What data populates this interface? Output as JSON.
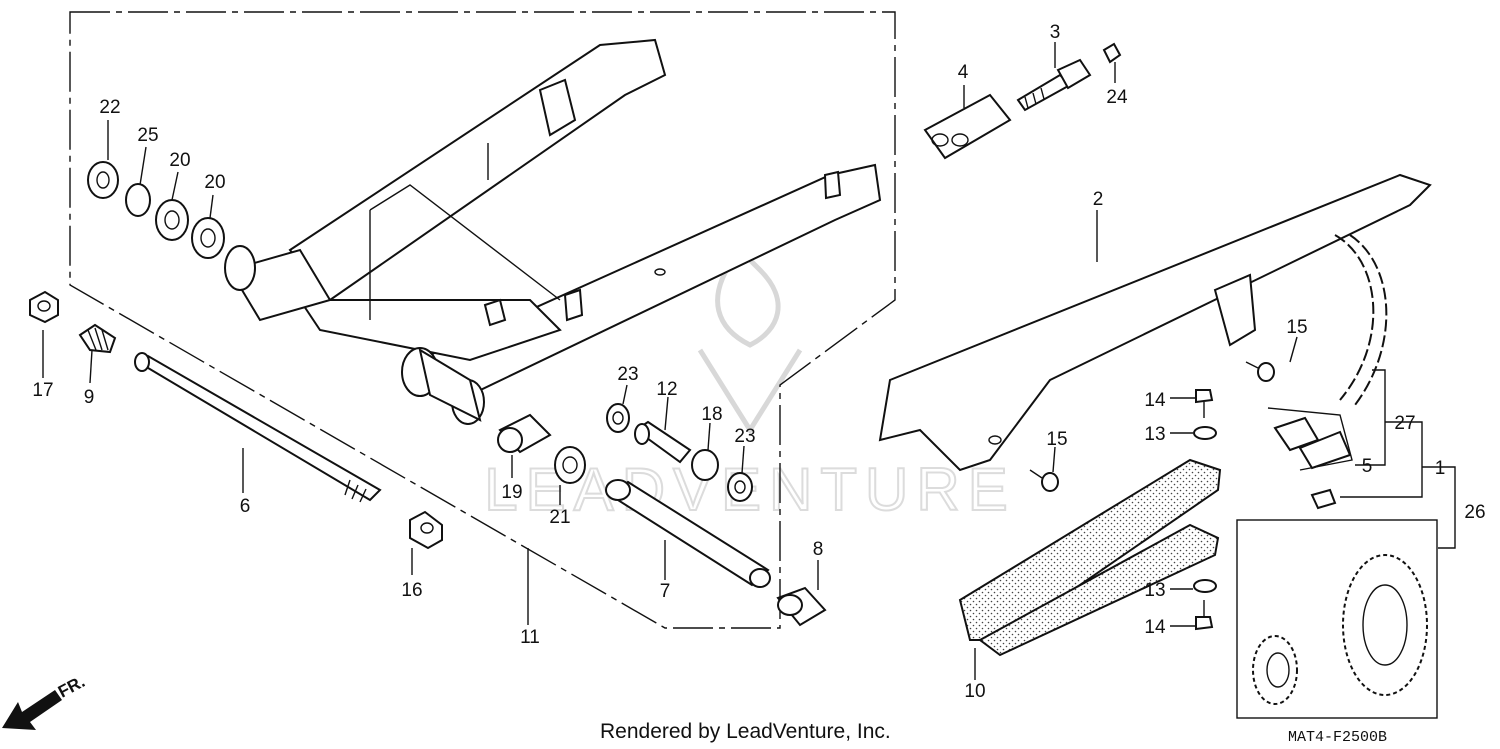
{
  "parts": [
    {
      "id": "p1",
      "number": "1"
    },
    {
      "id": "p2",
      "number": "2"
    },
    {
      "id": "p3",
      "number": "3"
    },
    {
      "id": "p4",
      "number": "4"
    },
    {
      "id": "p5",
      "number": "5"
    },
    {
      "id": "p6",
      "number": "6"
    },
    {
      "id": "p7",
      "number": "7"
    },
    {
      "id": "p8",
      "number": "8"
    },
    {
      "id": "p9",
      "number": "9"
    },
    {
      "id": "p10",
      "number": "10"
    },
    {
      "id": "p11",
      "number": "11"
    },
    {
      "id": "p12",
      "number": "12"
    },
    {
      "id": "p13a",
      "number": "13"
    },
    {
      "id": "p13b",
      "number": "13"
    },
    {
      "id": "p14a",
      "number": "14"
    },
    {
      "id": "p14b",
      "number": "14"
    },
    {
      "id": "p15a",
      "number": "15"
    },
    {
      "id": "p15b",
      "number": "15"
    },
    {
      "id": "p16",
      "number": "16"
    },
    {
      "id": "p17",
      "number": "17"
    },
    {
      "id": "p18",
      "number": "18"
    },
    {
      "id": "p19",
      "number": "19"
    },
    {
      "id": "p20a",
      "number": "20"
    },
    {
      "id": "p20b",
      "number": "20"
    },
    {
      "id": "p21",
      "number": "21"
    },
    {
      "id": "p22",
      "number": "22"
    },
    {
      "id": "p23a",
      "number": "23"
    },
    {
      "id": "p23b",
      "number": "23"
    },
    {
      "id": "p24",
      "number": "24"
    },
    {
      "id": "p25",
      "number": "25"
    },
    {
      "id": "p26",
      "number": "26"
    },
    {
      "id": "p27",
      "number": "27"
    }
  ],
  "footer": {
    "credit": "Rendered by LeadVenture, Inc.",
    "diagram_code": "MAT4-F2500B"
  },
  "direction_marker": {
    "label": "FR.",
    "icon": "arrow-icon"
  },
  "watermark": {
    "text": "LEADVENTURE",
    "color": "#d8d8d8"
  }
}
